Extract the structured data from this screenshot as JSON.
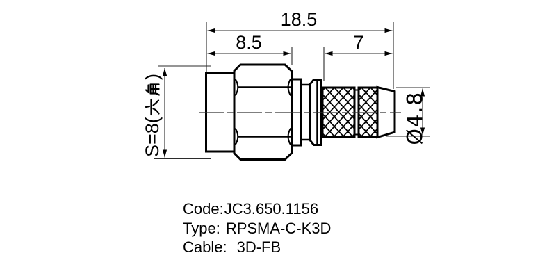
{
  "drawing": {
    "description": "RF coaxial connector technical drawing",
    "dimensions": {
      "total_length": "18.5",
      "front_length": "8.5",
      "rear_length": "7",
      "hex_label_full": "S=8(六角)",
      "hex_label_prefix": "S=8(",
      "hex_label_cjk": "六角",
      "hex_label_suffix": ")",
      "cable_diameter": "Ø4.8"
    },
    "notes": [
      {
        "label": "Code:",
        "value": "JC3.650.1156"
      },
      {
        "label": "Type:",
        "value": "RPSMA-C-K3D"
      },
      {
        "label": "Cable:",
        "value": "3D-FB"
      }
    ],
    "colors": {
      "line": "#000000",
      "thin_line": "#2b2b2b",
      "background": "#ffffff"
    }
  }
}
